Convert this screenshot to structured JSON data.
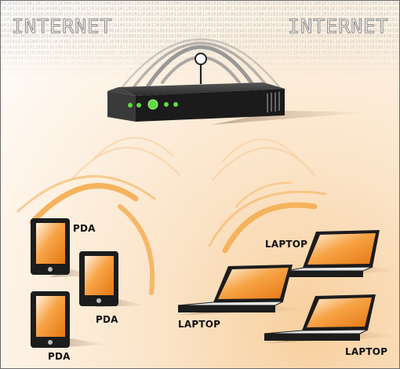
{
  "header": {
    "internet_left": "INTERNET",
    "internet_right": "INTERNET",
    "binary_rows": [
      "0110101010011011010110100100110101101001010010110101001011101000101011010010101101010100101011010101001011010110010110100101011010100101011010101101011",
      "1010110101101001010011010110101101010010110110101101011010010110101011010010101101101010110100101011010100101101010010110100101011010101101010100101011",
      "0101101011010101010100101011010010110101011010101101001011010110101001011010101010010110101001010110101011010010110101010101010010110101011010010101010",
      "1101010010101101101010110100101101010010110101010110101101001011010101101001011010101010110101101010101001011010110100101101010110100101010110101101010",
      "0011010101101001010110100101011010101101010010110101011010110101001011010101101001010110101010010110101101010010110101101001011010100101101011010010110",
      "1010010110101101001010110101101010110100101101010010101101011010100101101011010100101011010101101001011010110101001011010101101001010110101001011010101",
      "0101101001010110101101001011010100101101011010010101101010110100101101010010110101101001010110101011010010110101001011010110100101011010101101010110101",
      "1101010110100101011010101101001011010110101001010110101101001011010100101101010110101101001011010101101001011010100101101011010101101001010110101001011",
      "0110101001011010110100101011010101101010010110101101010010110101011010010110101011010100101101011010010101101010101101001011010110101001010110101101001",
      "1010110101101001011010100101101011010010110101011010010101101010010110101101001011010101101010010110101101001010110101011010100101101010010110101101010",
      "0101001011010101101001011010110101001010110101101001011010100101101011010100101101011010010101101010110100101101011010010110101001011010110100101011010",
      "1101011010010110101001011010110101001011010101101001010110101101001011010110100101011010101101001011010100101101011010010110101010110100101101010110101",
      "0010110101101001010110101101001011010101101010010110101101001011010101101001011010110100101011010101101010010110101101001011010101001011010110101101001",
      "1101001011010101101001011010110100101011010101101001011010101101001011010110100101101010110100101011010101101001011010101101001011010100101101011010101"
    ]
  },
  "devices": {
    "pda_label_1": "PDA",
    "pda_label_2": "PDA",
    "pda_label_3": "PDA",
    "laptop_label_1": "LAPTOP",
    "laptop_label_2": "LAPTOP",
    "laptop_label_3": "LAPTOP"
  },
  "colors": {
    "signal_orange": "#f5b35d",
    "screen_orange": "#f28a1f",
    "device_body": "#1c1c1c",
    "router_led": "#5fdc3f",
    "wave_grey": "#8a8a8a"
  },
  "icons": {
    "router": "wireless-router-icon",
    "pda": "pda-icon",
    "laptop": "laptop-icon"
  }
}
